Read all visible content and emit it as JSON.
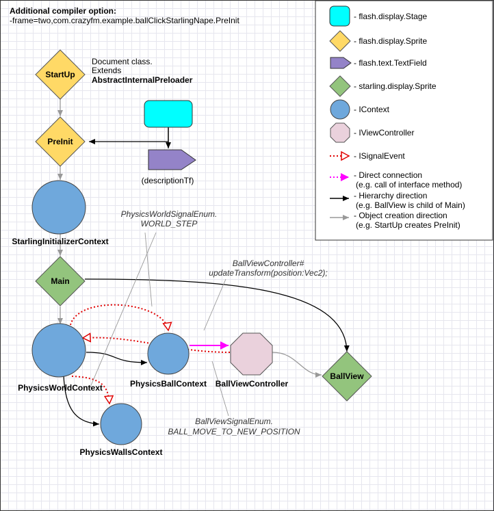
{
  "header": {
    "title": "Additional compiler option:",
    "option": "-frame=two,com.crazyfm.example.ballClickStarlingNape.PreInit"
  },
  "nodes": {
    "startup": "StartUp",
    "preinit": "PreInit",
    "main": "Main",
    "ballview": "BallView",
    "starling_ctx": "StarlingInitializerContext",
    "physics_world_ctx": "PhysicsWorldContext",
    "physics_ball_ctx": "PhysicsBallContext",
    "physics_walls_ctx": "PhysicsWallsContext",
    "ballview_controller": "BallViewController",
    "description_tf": "(descriptionTf)"
  },
  "notes": {
    "startup_line1": "Document class.",
    "startup_line2": "Extends",
    "startup_line3": "AbstractInternalPreloader",
    "world_signal_line1": "PhysicsWorldSignalEnum.",
    "world_signal_line2": "WORLD_STEP",
    "ballview_ctrl_line1": "BallViewController#",
    "ballview_ctrl_line2": "updateTransform(position:Vec2);",
    "ball_signal_line1": "BallViewSignalEnum.",
    "ball_signal_line2": "BALL_MOVE_TO_NEW_POSITION"
  },
  "legend": {
    "stage": "- flash.display.Stage",
    "sprite": "- flash.display.Sprite",
    "textfield": "- flash.text.TextField",
    "starling_sprite": "- starling.display.Sprite",
    "icontext": "- IContext",
    "iviewcontroller": "- IViewController",
    "isignalevent": "- ISignalEvent",
    "direct_line1": "- Direct connection",
    "direct_line2": "(e.g. call of interface method)",
    "hierarchy_line1": "- Hierarchy direction",
    "hierarchy_line2": "(e.g. BallView is child of Main)",
    "creation_line1": "- Object creation direction",
    "creation_line2": "(e.g. StartUp creates PreInit)"
  },
  "colors": {
    "stage": "#00ffff",
    "sprite": "#ffd966",
    "textfield": "#9483c8",
    "starling_sprite": "#93c47d",
    "icontext": "#6fa8dc",
    "iviewcontroller": "#ead1dc",
    "signal": "#e00000",
    "direct": "#ff00ff",
    "creation": "#999999"
  }
}
